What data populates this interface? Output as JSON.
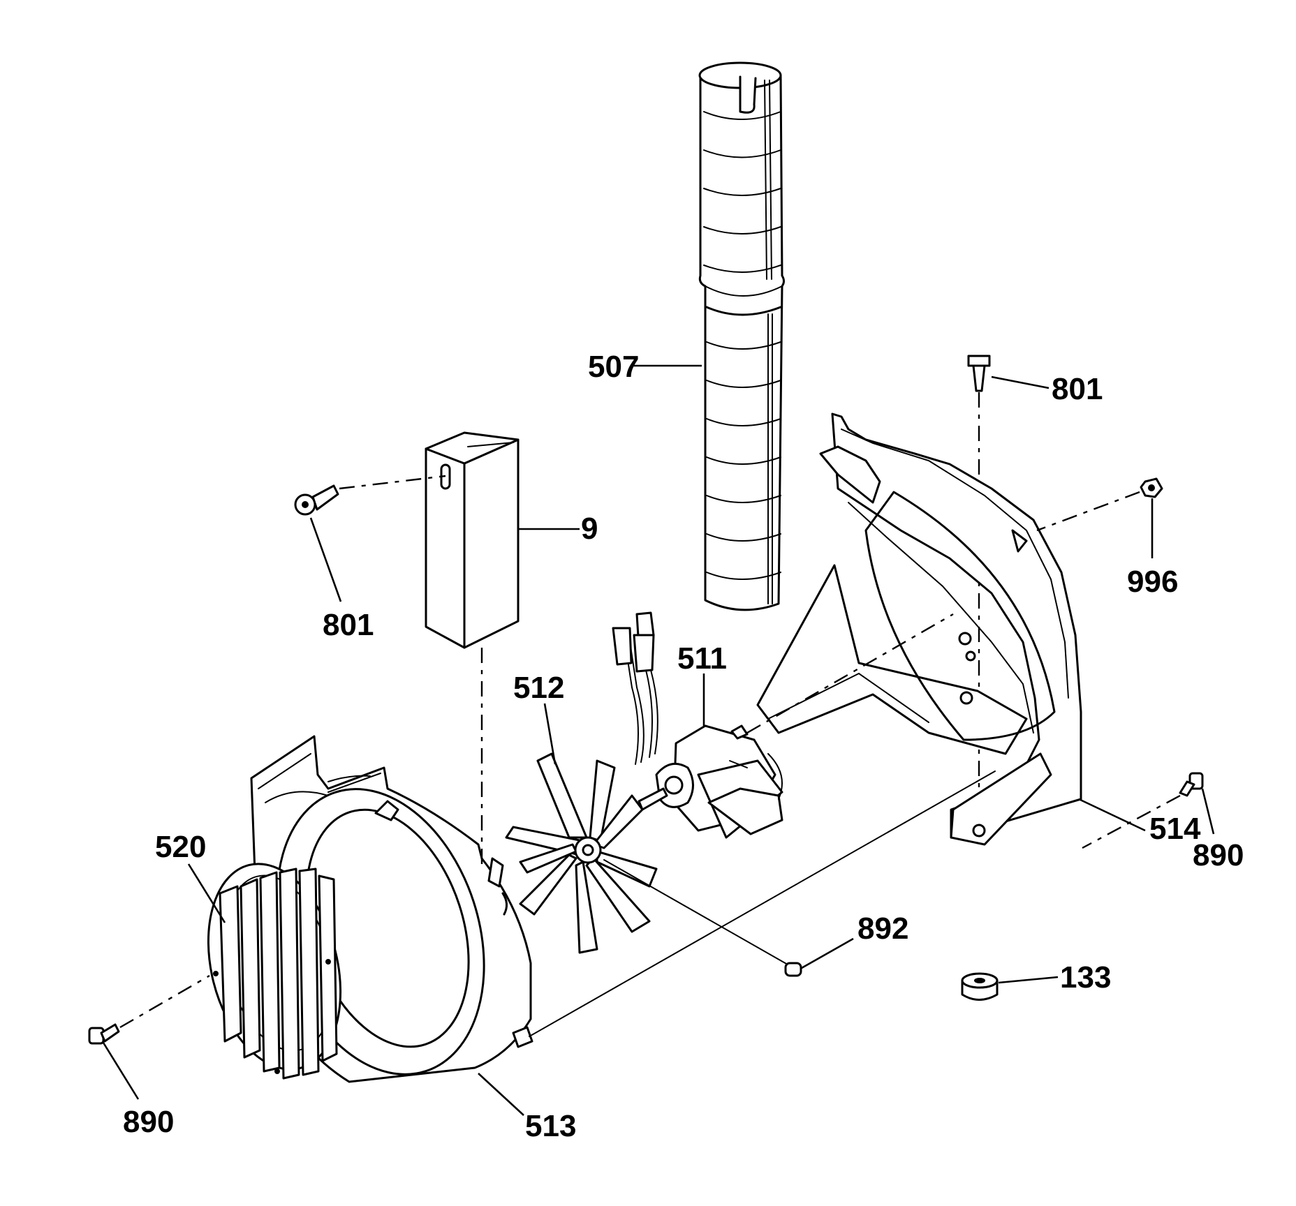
{
  "diagram": {
    "callouts": {
      "c507": "507",
      "c801_top": "801",
      "c9": "9",
      "c801_left": "801",
      "c996": "996",
      "c511": "511",
      "c512": "512",
      "c890_right": "890",
      "c514": "514",
      "c520": "520",
      "c892": "892",
      "c133": "133",
      "c890_left": "890",
      "c513": "513"
    }
  }
}
